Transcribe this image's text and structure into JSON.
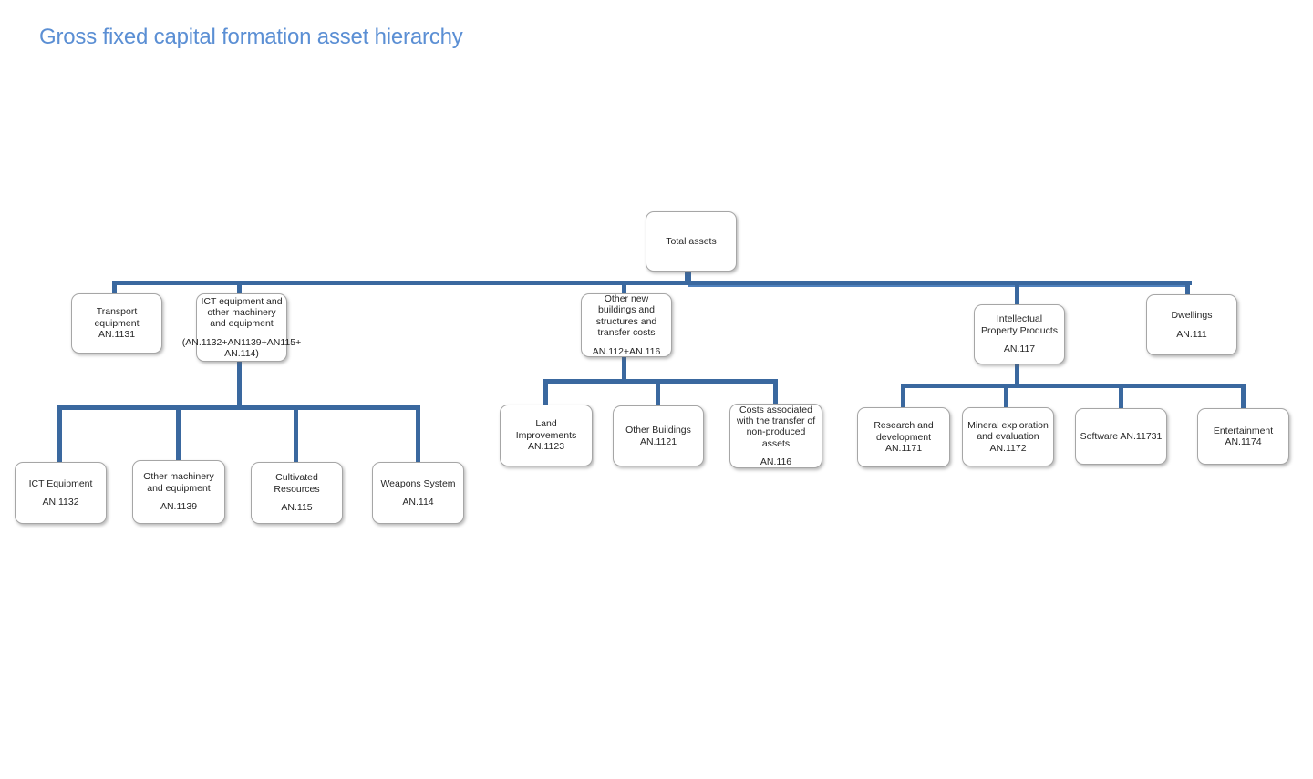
{
  "title": "Gross fixed capital formation asset hierarchy",
  "colors": {
    "title_text": "#5b8fd4",
    "connector": "#3a689f",
    "connector_light": "#4f81bd",
    "box_border": "#a6a6a6",
    "box_text": "#262626"
  },
  "diagram": {
    "root": "total-assets",
    "nodes": [
      {
        "id": "total-assets",
        "parent": null,
        "title": "Total assets",
        "code": "",
        "gap": false
      },
      {
        "id": "transport-equipment",
        "parent": "total-assets",
        "title": "Transport equipment",
        "code": "AN.1131",
        "gap": false
      },
      {
        "id": "ict-machinery-group",
        "parent": "total-assets",
        "title": "ICT  equipment and other machinery and equipment",
        "code": "(AN.1132+AN1139+AN115+ AN.114)",
        "gap": true
      },
      {
        "id": "other-new-buildings",
        "parent": "total-assets",
        "title": "Other new buildings and structures and transfer costs",
        "code": "AN.112+AN.116",
        "gap": true
      },
      {
        "id": "intellectual-property-products",
        "parent": "total-assets",
        "title": "Intellectual Property Products",
        "code": "AN.117",
        "gap": true
      },
      {
        "id": "dwellings",
        "parent": "total-assets",
        "title": "Dwellings",
        "code": "AN.111",
        "gap": true
      },
      {
        "id": "ict-equipment",
        "parent": "ict-machinery-group",
        "title": "ICT Equipment",
        "code": "AN.1132",
        "gap": true
      },
      {
        "id": "other-machinery-equipment",
        "parent": "ict-machinery-group",
        "title": "Other machinery and equipment",
        "code": "AN.1139",
        "gap": true
      },
      {
        "id": "cultivated-resources",
        "parent": "ict-machinery-group",
        "title": "Cultivated Resources",
        "code": "AN.115",
        "gap": true
      },
      {
        "id": "weapons-system",
        "parent": "ict-machinery-group",
        "title": "Weapons System",
        "code": "AN.114",
        "gap": true
      },
      {
        "id": "land-improvements",
        "parent": "other-new-buildings",
        "title": "Land Improvements",
        "code": "AN.1123",
        "gap": false
      },
      {
        "id": "other-buildings",
        "parent": "other-new-buildings",
        "title": "Other Buildings",
        "code": "AN.1121",
        "gap": false
      },
      {
        "id": "costs-transfer-non-produced",
        "parent": "other-new-buildings",
        "title": "Costs associated with the transfer of non-produced assets",
        "code": "AN.116",
        "gap": true
      },
      {
        "id": "research-and-development",
        "parent": "intellectual-property-products",
        "title": "Research and development",
        "code": "AN.1171",
        "gap": false
      },
      {
        "id": "mineral-exploration-evaluation",
        "parent": "intellectual-property-products",
        "title": "Mineral exploration and evaluation",
        "code": "AN.1172",
        "gap": false
      },
      {
        "id": "software",
        "parent": "intellectual-property-products",
        "title": "Software AN.11731",
        "code": "",
        "gap": false
      },
      {
        "id": "entertainment",
        "parent": "intellectual-property-products",
        "title": "Entertainment",
        "code": "AN.1174",
        "gap": false
      }
    ]
  }
}
